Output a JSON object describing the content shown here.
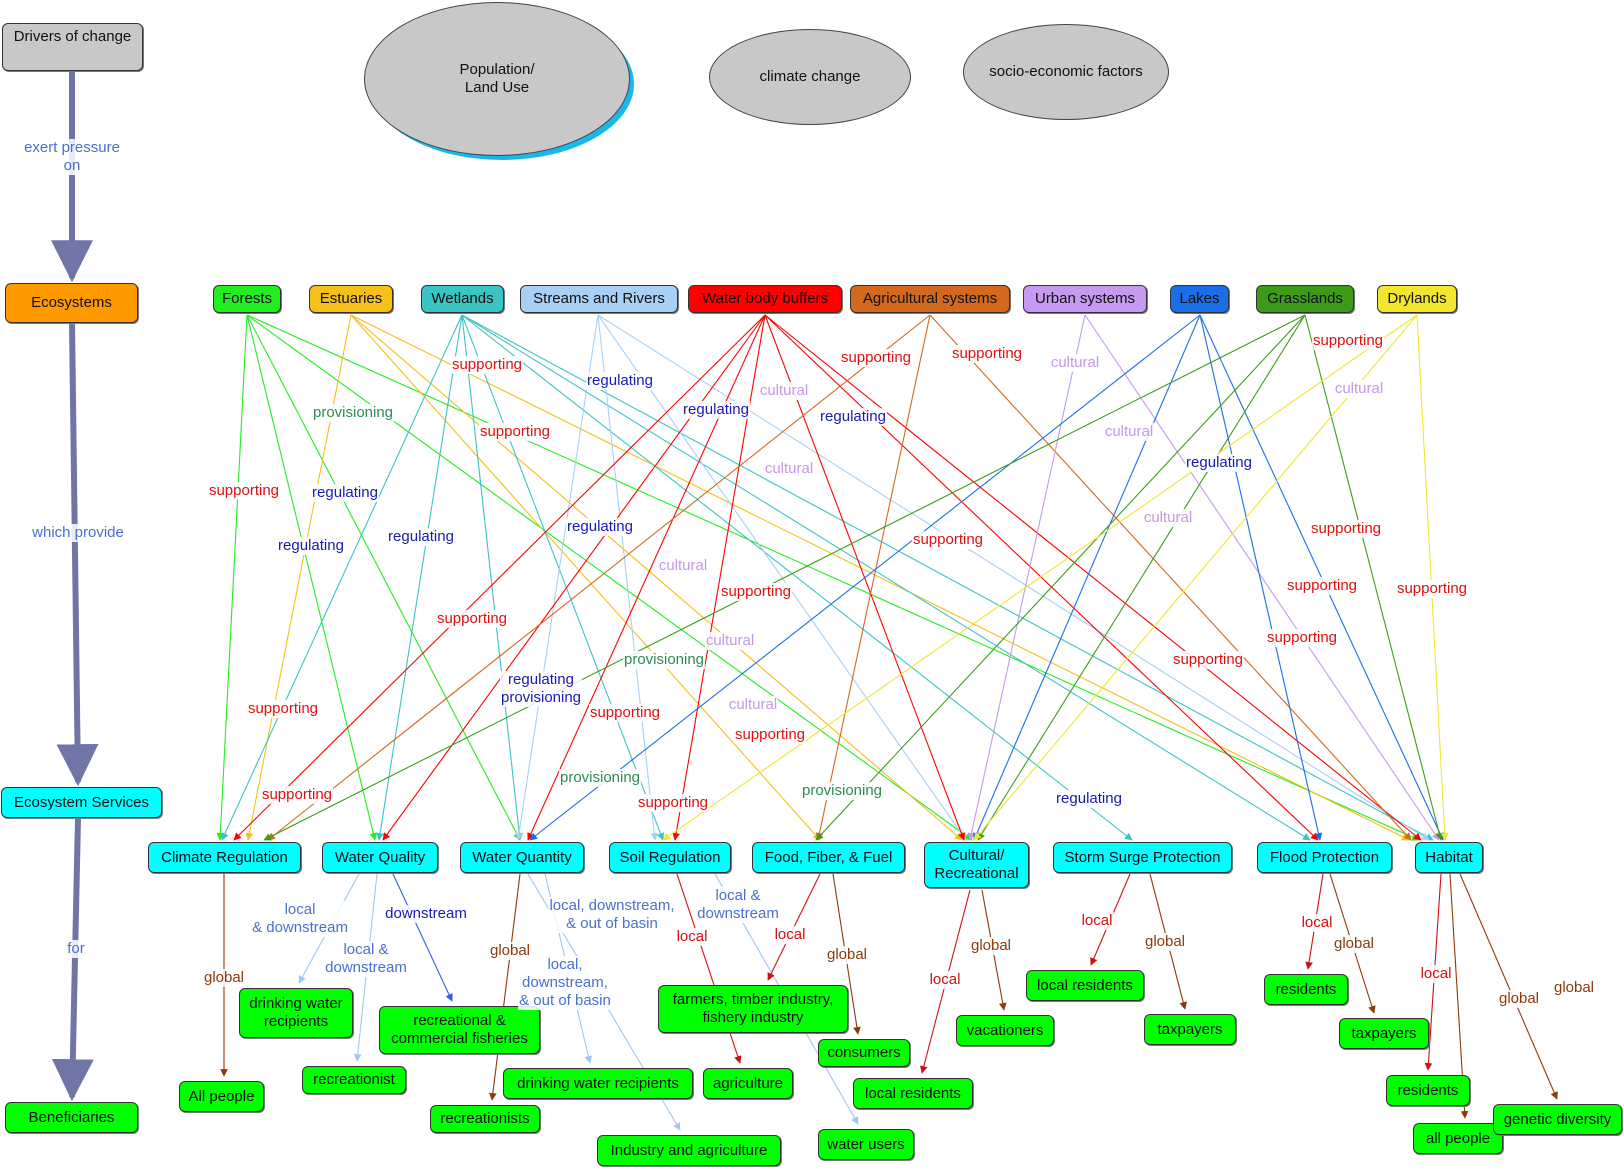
{
  "colors": {
    "spine": "#6f75a6",
    "supporting": "#e01010",
    "regulating": "#1a1ab0",
    "cultural": "#c499e8",
    "provisioning": "#2e8b57",
    "local": "#d01010",
    "global": "#8b3a0a",
    "downstream_blue": "#3060e0",
    "light_blue": "#9ec8f0",
    "service_fill": "#00ffff",
    "beneficiary_fill": "#00ff00",
    "driver_fill": "#c8c8c8",
    "ecosystems_fill": "#ff9900"
  },
  "drivers": {
    "header": "Drivers of change",
    "population": "Population/\nLand Use",
    "climate": "climate change",
    "socio": "socio-economic factors"
  },
  "spine": {
    "ecosystems": "Ecosystems",
    "services": "Ecosystem Services",
    "beneficiaries": "Beneficiaries",
    "exert": "exert pressure\non",
    "provide": "which provide",
    "for": "for"
  },
  "ecosystems": [
    {
      "label": "Forests",
      "color": "#22ee22"
    },
    {
      "label": "Estuaries",
      "color": "#f5c01a"
    },
    {
      "label": "Wetlands",
      "color": "#3cc4c4"
    },
    {
      "label": "Streams and Rivers",
      "color": "#a8d0f5"
    },
    {
      "label": "Water body buffers",
      "color": "#ff0000"
    },
    {
      "label": "Agricultural systems",
      "color": "#d2691e"
    },
    {
      "label": "Urban systems",
      "color": "#c59af0"
    },
    {
      "label": "Lakes",
      "color": "#1a6ee8"
    },
    {
      "label": "Grasslands",
      "color": "#3d9b1a"
    },
    {
      "label": "Drylands",
      "color": "#f2e62e"
    }
  ],
  "services": [
    {
      "label": "Climate Regulation"
    },
    {
      "label": "Water Quality"
    },
    {
      "label": "Water Quantity"
    },
    {
      "label": "Soil Regulation"
    },
    {
      "label": "Food, Fiber, & Fuel"
    },
    {
      "label": "Cultural/\nRecreational"
    },
    {
      "label": "Storm Surge Protection"
    },
    {
      "label": "Flood Protection"
    },
    {
      "label": "Habitat"
    }
  ],
  "beneficiaries": [
    {
      "label": "All people"
    },
    {
      "label": "drinking water\nrecipients"
    },
    {
      "label": "recreationist"
    },
    {
      "label": "recreational &\ncommercial fisheries"
    },
    {
      "label": "recreationists"
    },
    {
      "label": "drinking water recipients"
    },
    {
      "label": "Industry and agriculture"
    },
    {
      "label": "farmers, timber industry,\nfishery industry"
    },
    {
      "label": "agriculture"
    },
    {
      "label": "water users"
    },
    {
      "label": "consumers"
    },
    {
      "label": "local residents"
    },
    {
      "label": "vacationers"
    },
    {
      "label": "local residents"
    },
    {
      "label": "taxpayers"
    },
    {
      "label": "residents"
    },
    {
      "label": "taxpayers"
    },
    {
      "label": "residents"
    },
    {
      "label": "all people"
    },
    {
      "label": "genetic diversity"
    }
  ],
  "edge_labels": {
    "supporting": "supporting",
    "regulating": "regulating",
    "cultural": "cultural",
    "provisioning": "provisioning",
    "regulating_provisioning": "regulating\nprovisioning",
    "local": "local",
    "global": "global",
    "downstream": "downstream",
    "local_downstream": "local\n& downstream",
    "local_downstream_b": "local &\ndownstream",
    "local_downstream_basin": "local, downstream,\n& out of basin",
    "local_downstream_basin_b": "local,\ndownstream,\n& out of basin"
  }
}
